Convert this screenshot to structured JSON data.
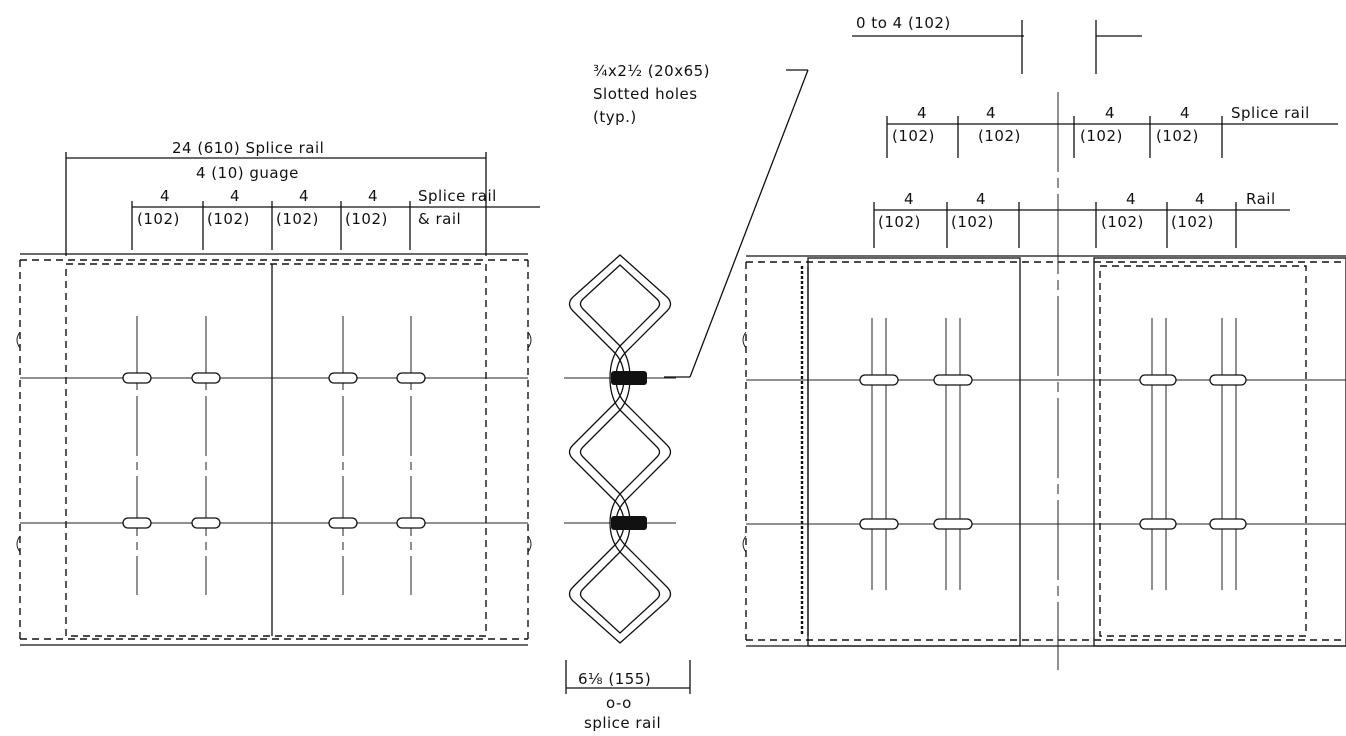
{
  "left_view": {
    "overall_dim": "24 (610) Splice rail",
    "gauge_dim": "4 (10) guage",
    "spacing_values": [
      "4",
      "4",
      "4",
      "4"
    ],
    "spacing_metric": [
      "(102)",
      "(102)",
      "(102)",
      "(102)"
    ],
    "row_label_line1": "Splice rail",
    "row_label_line2": "& rail"
  },
  "center_view": {
    "hole_callout_line1": "¾x2½ (20x65)",
    "hole_callout_line2": "Slotted holes",
    "hole_callout_line3": "(typ.)",
    "width_dim": "6⅛ (155)",
    "width_sub1": "o-o",
    "width_sub2": "splice rail"
  },
  "right_view": {
    "gap_dim": "0 to 4 (102)",
    "top_values": [
      "4",
      "4",
      "4",
      "4"
    ],
    "top_metric": [
      "(102)",
      "(102)",
      "(102)",
      "(102)"
    ],
    "top_label": "Splice rail",
    "bottom_values": [
      "4",
      "4",
      "4",
      "4"
    ],
    "bottom_metric": [
      "(102)",
      "(102)",
      "(102)",
      "(102)"
    ],
    "bottom_label": "Rail"
  }
}
